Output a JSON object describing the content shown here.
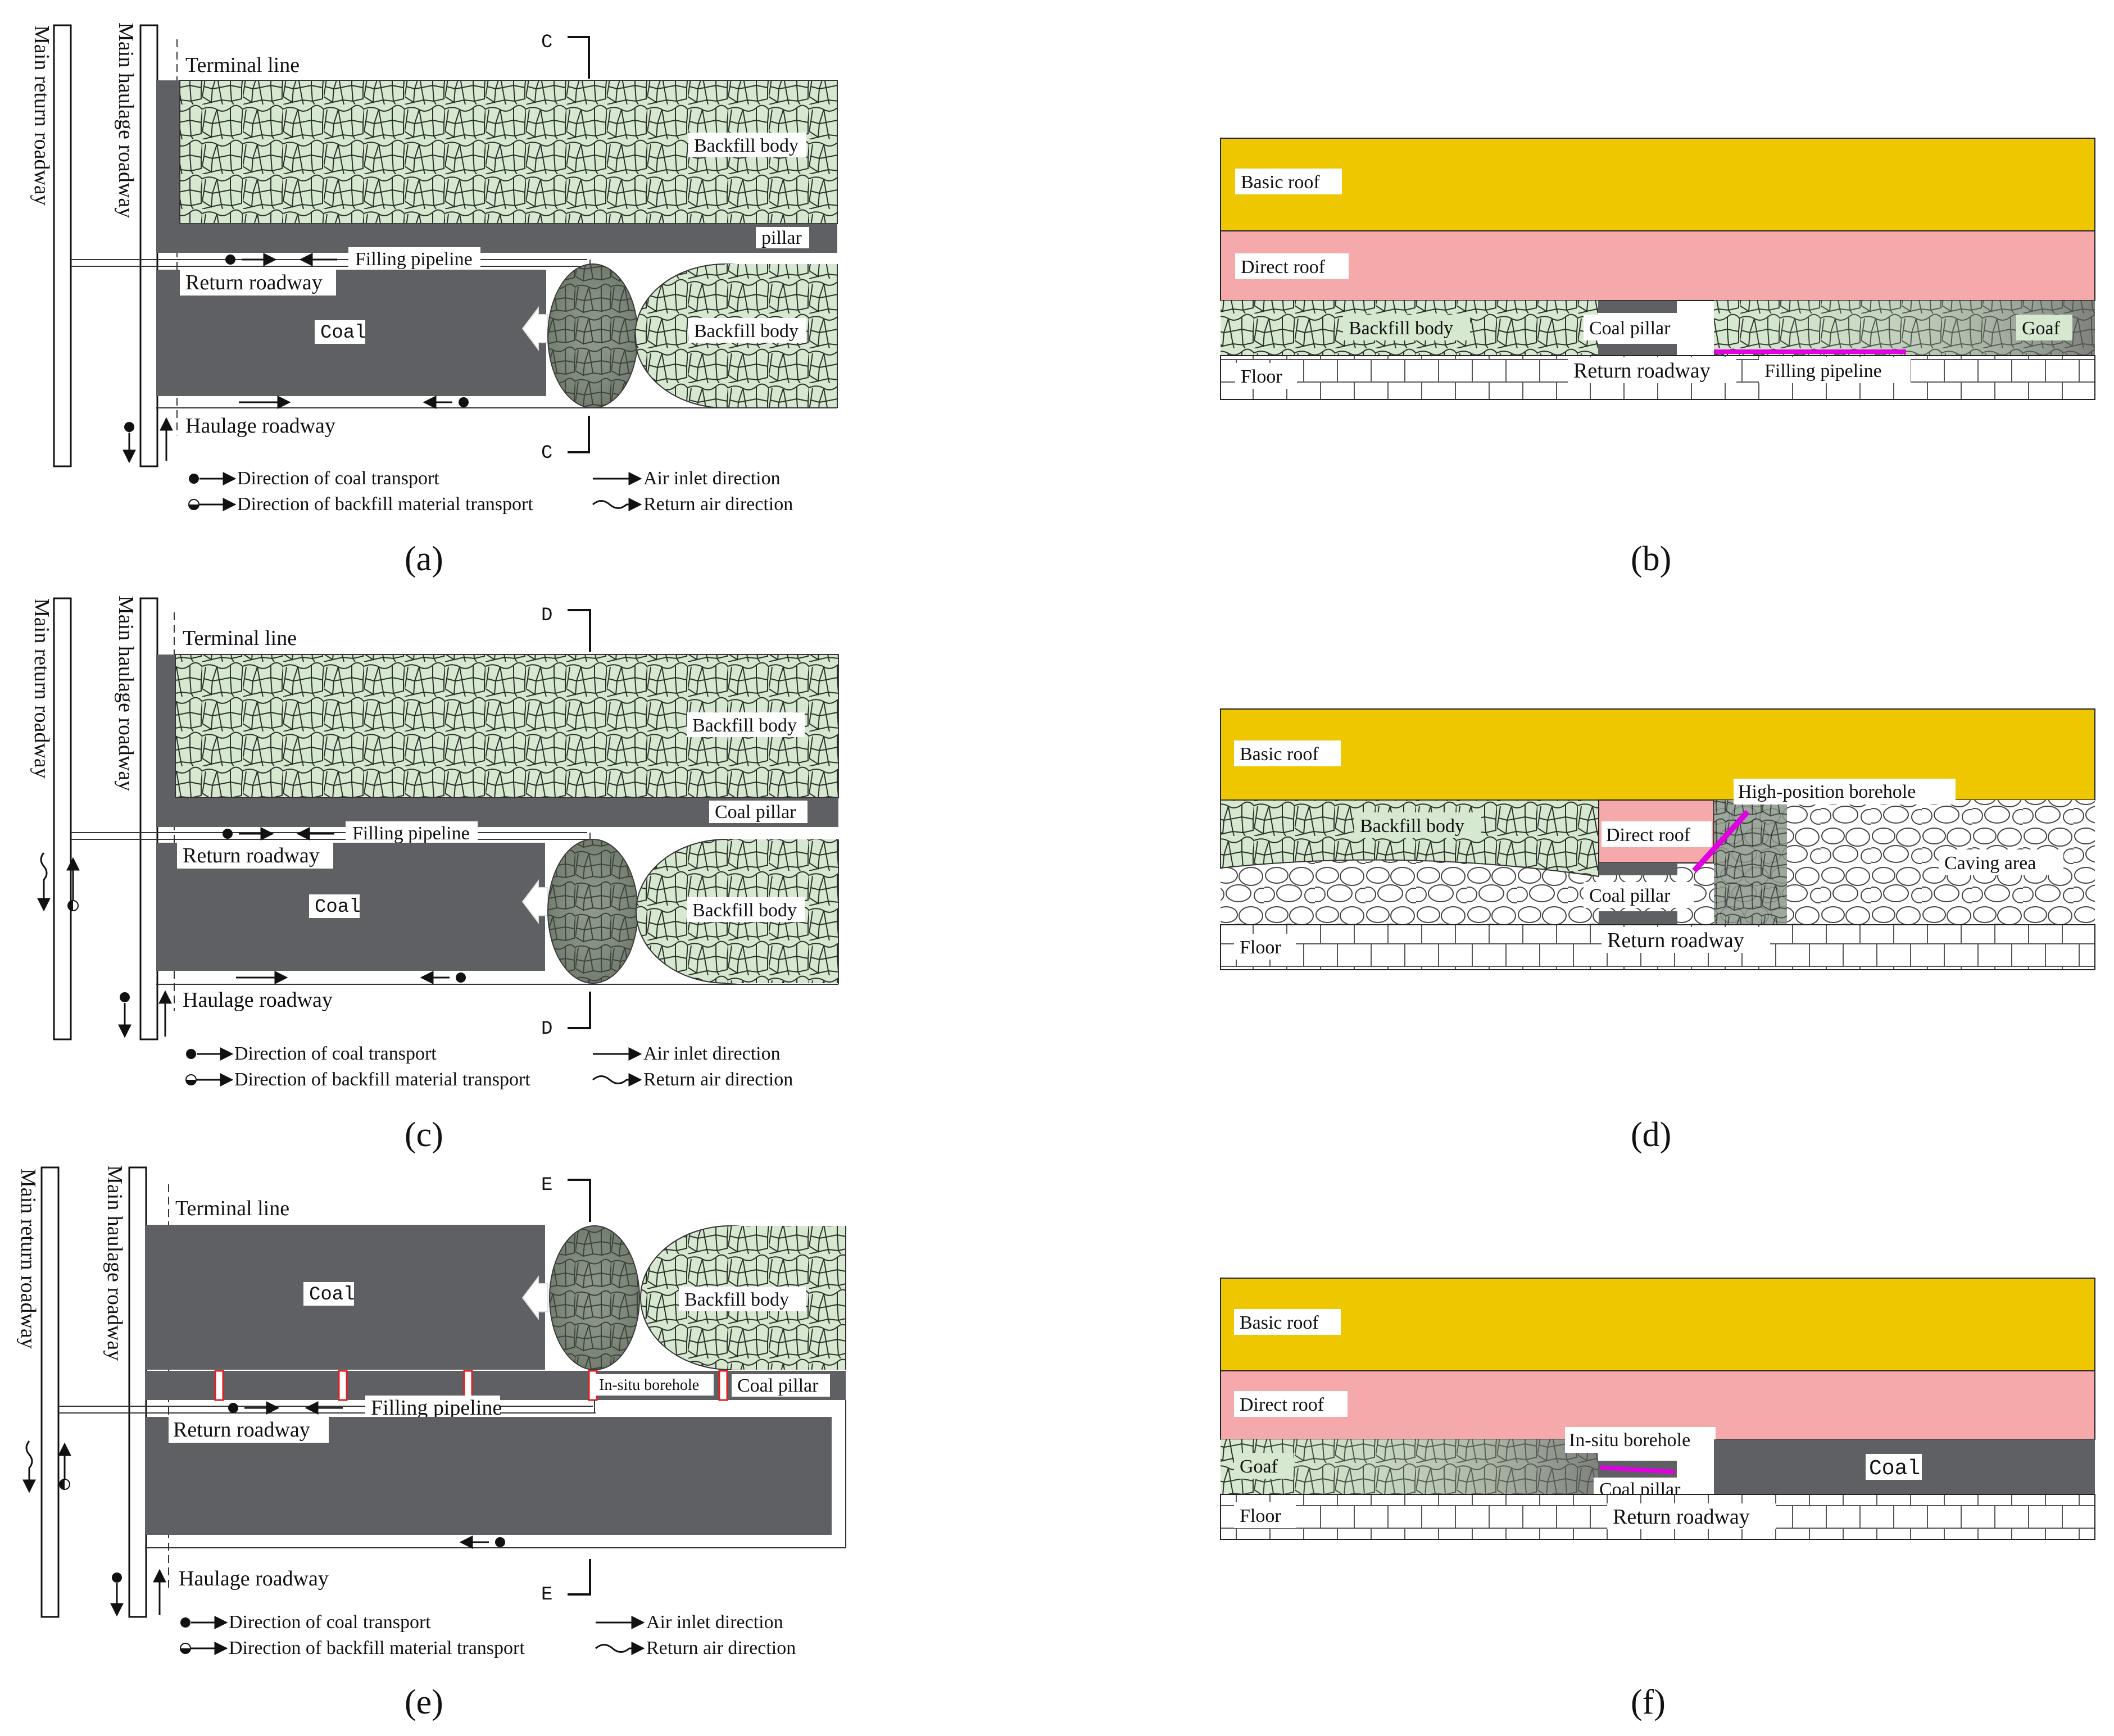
{
  "panels": {
    "a": {
      "caption": "(a)",
      "section_letter": "C",
      "labels": {
        "main_return": "Main return roadway",
        "main_haulage": "Main haulage roadway",
        "terminal": "Terminal line",
        "backfill_top": "Backfill body",
        "pillar": "pillar",
        "filling_pipeline": "Filling pipeline",
        "return_roadway": "Return roadway",
        "coal": "Coal",
        "backfill_right": "Backfill body",
        "haulage": "Haulage roadway"
      },
      "legend": {
        "coal_transport": "Direction of coal transport",
        "backfill_transport": "Direction of backfill material transport",
        "air_inlet": "Air inlet direction",
        "return_air": "Return air direction"
      }
    },
    "b": {
      "caption": "(b)",
      "labels": {
        "basic_roof": "Basic roof",
        "direct_roof": "Direct roof",
        "backfill": "Backfill body",
        "coal_pillar": "Coal pillar",
        "goaf": "Goaf",
        "floor": "Floor",
        "return_roadway": "Return roadway",
        "filling_pipeline": "Filling pipeline"
      }
    },
    "c": {
      "caption": "(c)",
      "section_letter": "D",
      "labels": {
        "main_return": "Main return roadway",
        "main_haulage": "Main haulage roadway",
        "terminal": "Terminal line",
        "backfill_top": "Backfill body",
        "pillar": "Coal pillar",
        "filling_pipeline": "Filling pipeline",
        "return_roadway": "Return roadway",
        "coal": "Coal",
        "backfill_right": "Backfill body",
        "haulage": "Haulage roadway"
      },
      "legend": {
        "coal_transport": "Direction of coal transport",
        "backfill_transport": "Direction of backfill material transport",
        "air_inlet": "Air inlet direction",
        "return_air": "Return air direction"
      }
    },
    "d": {
      "caption": "(d)",
      "labels": {
        "basic_roof": "Basic roof",
        "backfill": "Backfill body",
        "direct_roof": "Direct roof",
        "high_borehole": "High-position borehole",
        "caving_area": "Caving area",
        "coal_pillar": "Coal pillar",
        "floor": "Floor",
        "return_roadway": "Return roadway"
      }
    },
    "e": {
      "caption": "(e)",
      "section_letter": "E",
      "labels": {
        "main_return": "Main return roadway",
        "main_haulage": "Main haulage roadway",
        "terminal": "Terminal line",
        "coal": "Coal",
        "backfill_right": "Backfill body",
        "in_situ": "In-situ borehole",
        "pillar": "Coal pillar",
        "filling_pipeline": "Filling pipeline",
        "return_roadway": "Return roadway",
        "haulage": "Haulage roadway"
      },
      "legend": {
        "coal_transport": "Direction of coal transport",
        "backfill_transport": "Direction of backfill material transport",
        "air_inlet": "Air inlet direction",
        "return_air": "Return air direction"
      }
    },
    "f": {
      "caption": "(f)",
      "labels": {
        "basic_roof": "Basic roof",
        "direct_roof": "Direct roof",
        "goaf": "Goaf",
        "in_situ": "In-situ borehole",
        "coal": "Coal",
        "coal_pillar": "Coal pillar",
        "floor": "Floor",
        "return_roadway": "Return roadway"
      }
    }
  },
  "colors": {
    "coal": "#5f6063",
    "backfill": "#d6e8cf",
    "backfill_dark": "#8f9d8a",
    "basic_roof": "#eec700",
    "direct_roof": "#f5a9ab",
    "pipeline": "#e000e0",
    "borehole_red": "#e02020"
  }
}
